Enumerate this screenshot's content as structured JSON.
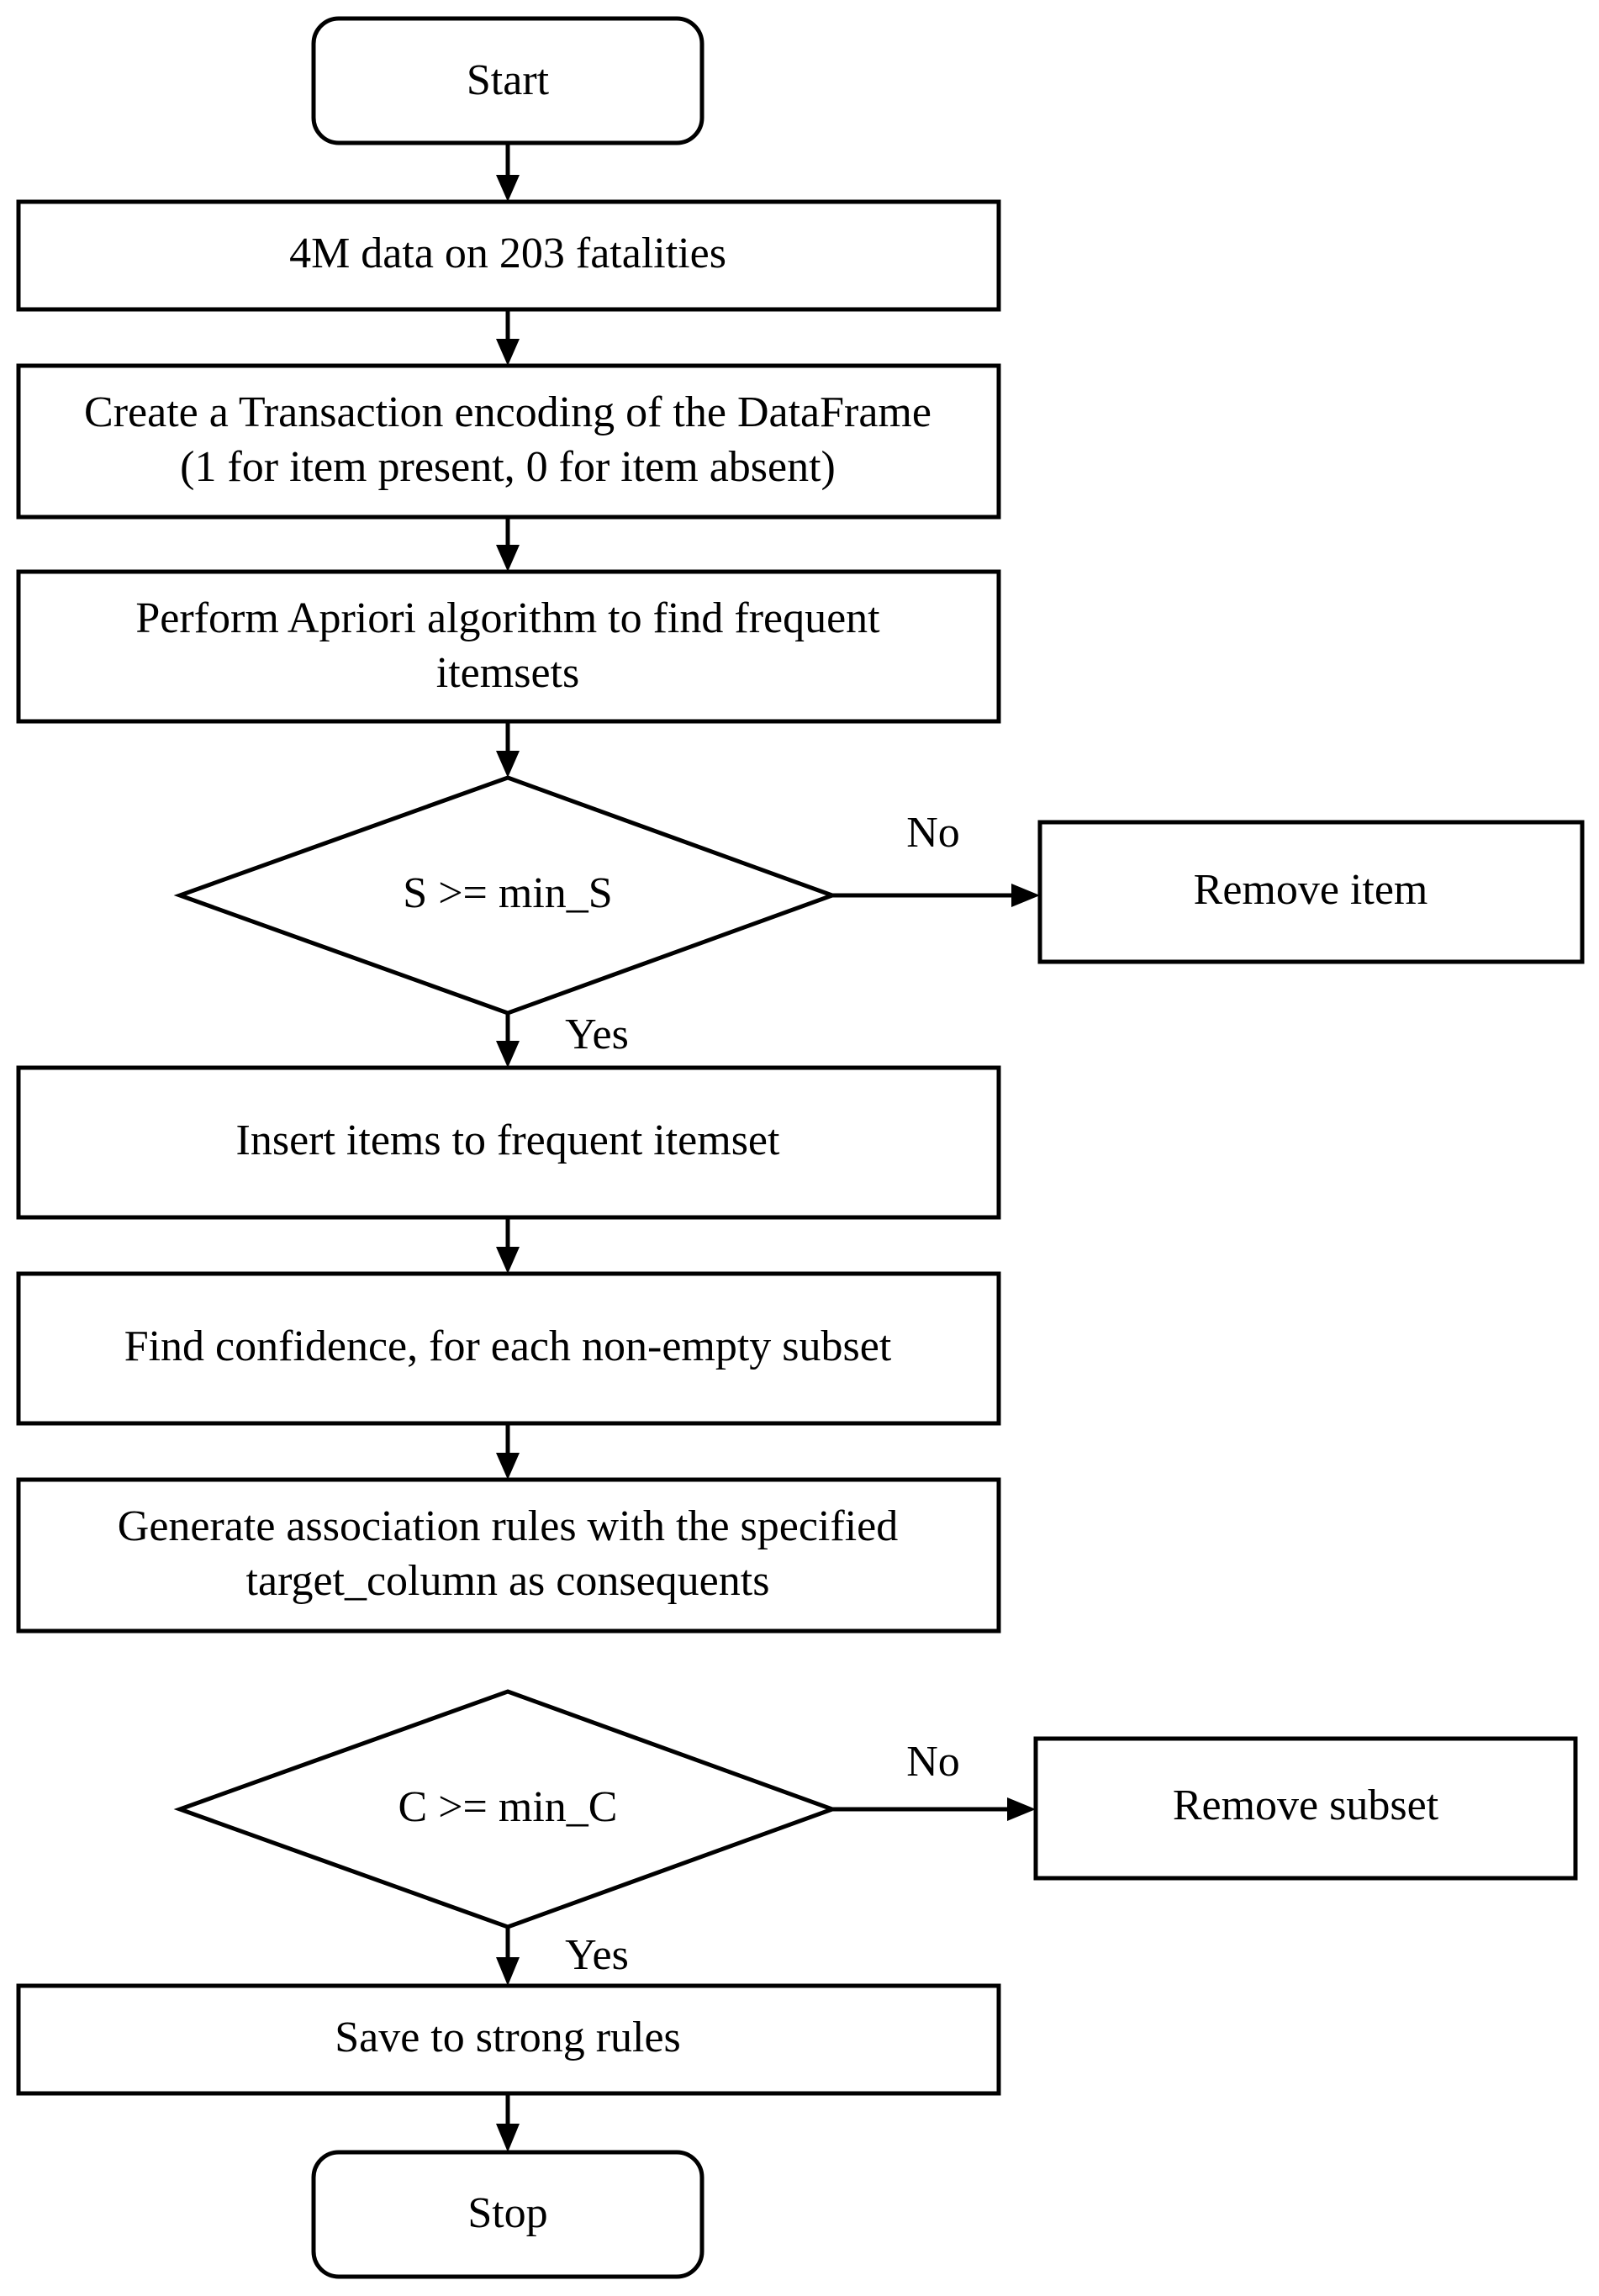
{
  "flowchart": {
    "start": "Start",
    "step1": "4M data on 203 fatalities",
    "step2_line1": "Create a Transaction encoding of the DataFrame",
    "step2_line2": "(1 for item present, 0 for item absent)",
    "step3_line1": "Perform Apriori algorithm to find frequent",
    "step3_line2": "itemsets",
    "decision1": "S >= min_S",
    "decision1_no": "No",
    "decision1_yes": "Yes",
    "remove_item": "Remove item",
    "step4": "Insert items to frequent itemset",
    "step5": "Find confidence, for each non-empty subset",
    "step6_line1": "Generate association rules with the specified",
    "step6_line2": "target_column as consequents",
    "decision2": "C >= min_C",
    "decision2_no": "No",
    "decision2_yes": "Yes",
    "remove_subset": "Remove subset",
    "step7": "Save to strong rules",
    "stop": "Stop"
  }
}
